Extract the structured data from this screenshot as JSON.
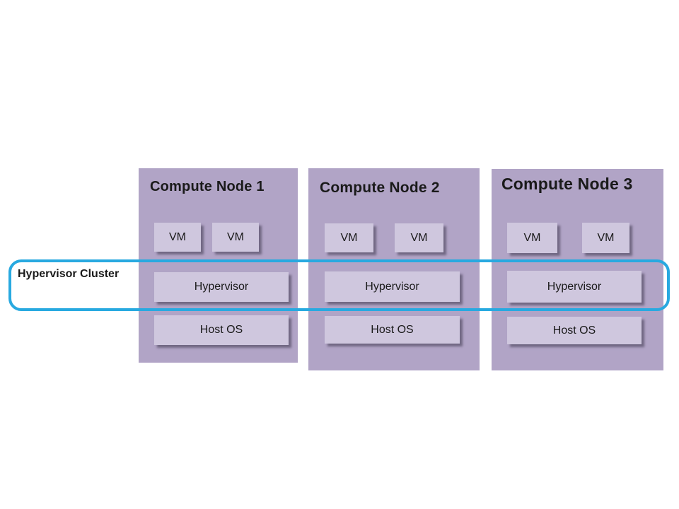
{
  "diagram": {
    "cluster": {
      "label": "Hypervisor Cluster"
    },
    "nodes": [
      {
        "title": "Compute Node 1",
        "vms": [
          "VM",
          "VM"
        ],
        "hypervisor": "Hypervisor",
        "host_os": "Host OS"
      },
      {
        "title": "Compute Node 2",
        "vms": [
          "VM",
          "VM"
        ],
        "hypervisor": "Hypervisor",
        "host_os": "Host OS"
      },
      {
        "title": "Compute Node 3",
        "vms": [
          "VM",
          "VM"
        ],
        "hypervisor": "Hypervisor",
        "host_os": "Host OS"
      }
    ],
    "colors": {
      "background": "#ffffff",
      "node_fill": "#b1a4c6",
      "inner_fill": "#cfc7de",
      "cluster_border": "#28a9e0",
      "text": "#1a1a1a"
    }
  }
}
